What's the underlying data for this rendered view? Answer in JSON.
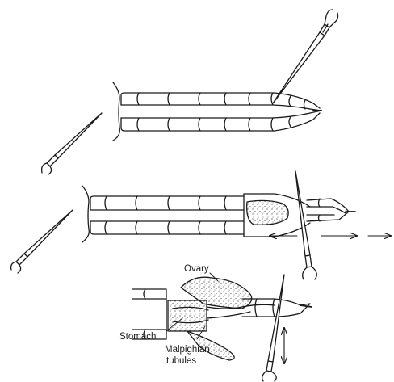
{
  "labels": {
    "ovary": "Ovary",
    "stomach": "Stomach",
    "malpighian_line1": "Malpighian",
    "malpighian_line2": "tubules"
  },
  "colors": {
    "ink": "#1a1a1a",
    "background": "#ffffff"
  }
}
